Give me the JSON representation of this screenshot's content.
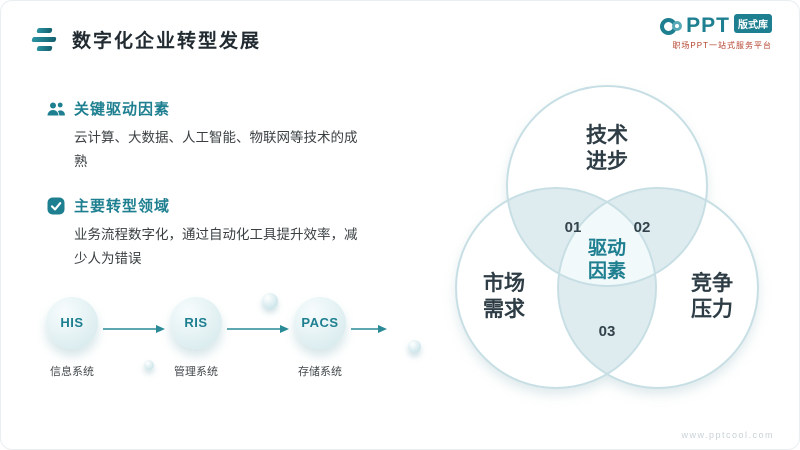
{
  "page": {
    "title": "数字化企业转型发展",
    "watermark": "www.pptcool.com"
  },
  "brand": {
    "name": "PPT",
    "badge": "版式库",
    "tagline": "职场PPT一站式服务平台"
  },
  "sections": [
    {
      "heading": "关键驱动因素",
      "body": "云计算、大数据、人工智能、物联网等技术的成熟"
    },
    {
      "heading": "主要转型领域",
      "body": "业务流程数字化，通过自动化工具提升效率，减少人为错误"
    }
  ],
  "flow": [
    {
      "label": "HIS",
      "caption": "信息系统"
    },
    {
      "label": "RIS",
      "caption": "管理系统"
    },
    {
      "label": "PACS",
      "caption": "存储系统"
    }
  ],
  "venn": {
    "circles": [
      {
        "line1": "技术",
        "line2": "进步"
      },
      {
        "line1": "市场",
        "line2": "需求"
      },
      {
        "line1": "竞争",
        "line2": "压力"
      }
    ],
    "center": {
      "line1": "驱动",
      "line2": "因素"
    },
    "badges": [
      "01",
      "02",
      "03"
    ]
  },
  "colors": {
    "teal": "#1e7f90",
    "light_teal": "#dfecef",
    "text_dark": "#2e3d45"
  }
}
